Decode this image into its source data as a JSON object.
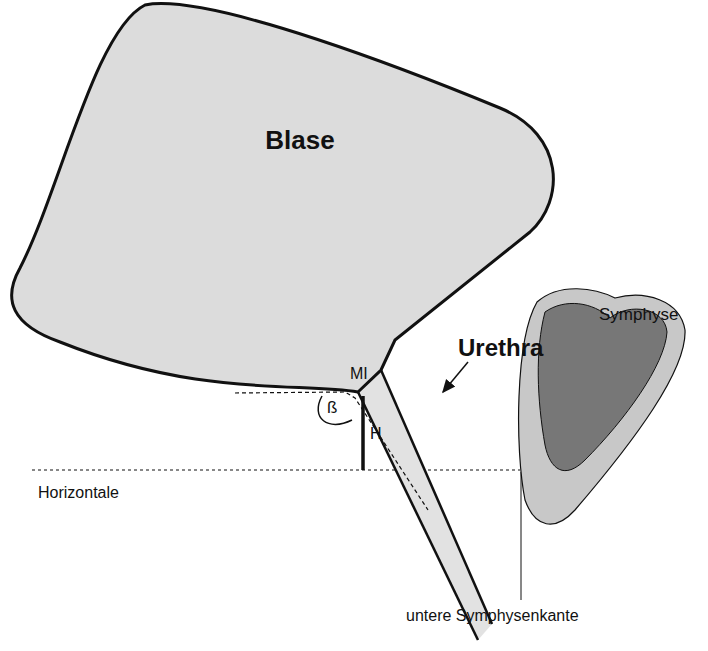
{
  "diagram": {
    "nodes": [
      {
        "text": [
          "Blase"
        ]
      },
      {
        "text": [
          "Symphyse"
        ]
      }
    ],
    "labels": [
      "Urethra",
      "MI",
      "ß",
      "H",
      "Horizontale",
      "untere Symphysenkante"
    ]
  }
}
